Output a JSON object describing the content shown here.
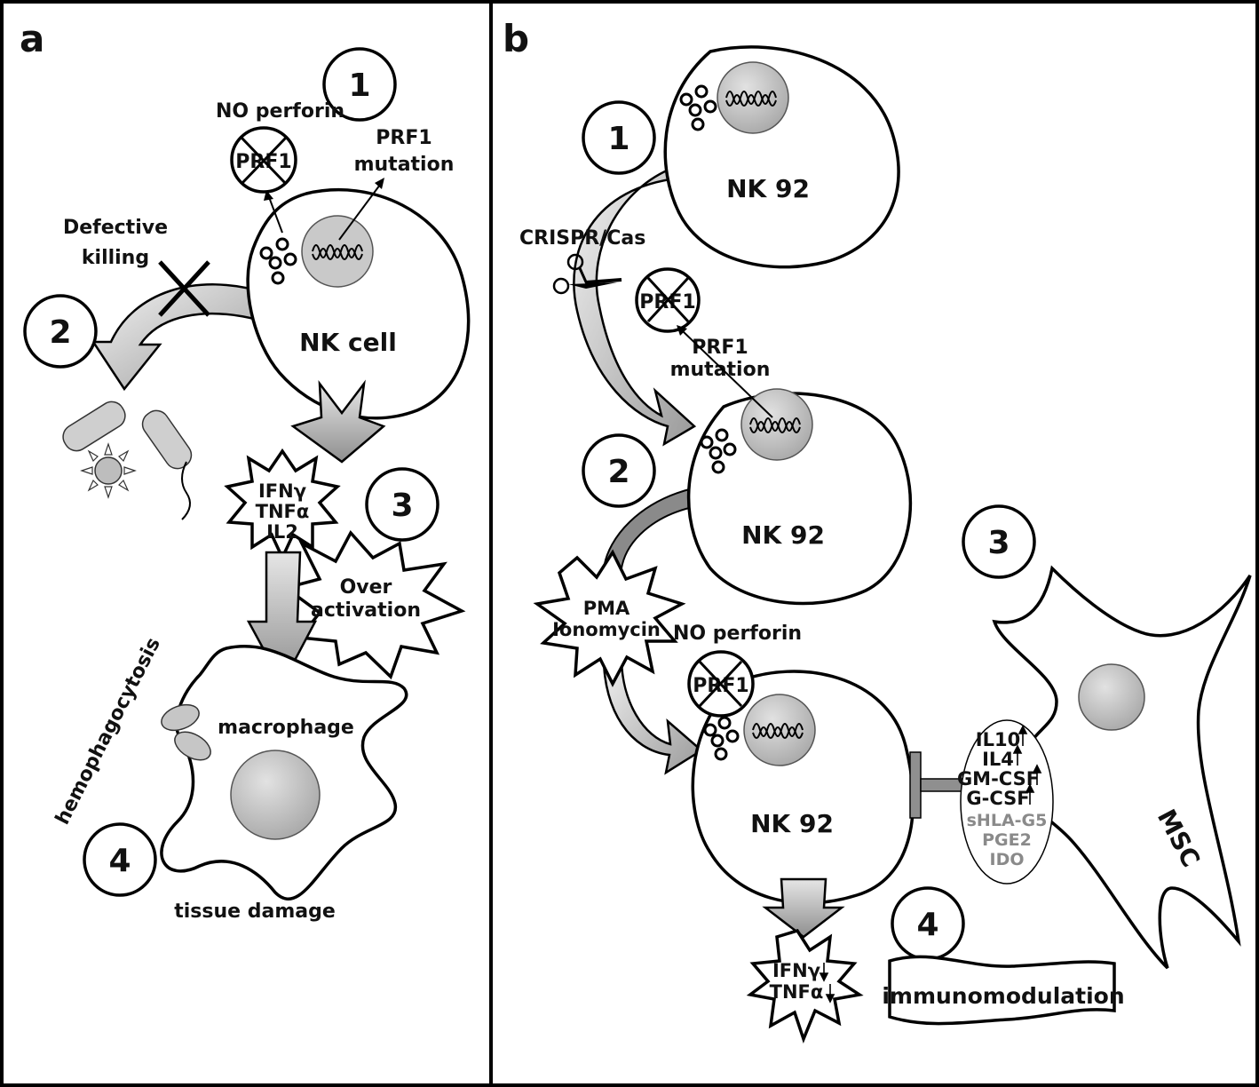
{
  "panel_a": {
    "letter": "a",
    "step1": "1",
    "step2": "2",
    "step3": "3",
    "step4": "4",
    "no_perforin": "NO perforin",
    "prf1": "PRF1",
    "prf1_mutation_line1": "PRF1",
    "prf1_mutation_line2": "mutation",
    "defective_line1": "Defective",
    "defective_line2": "killing",
    "nk_cell": "NK cell",
    "cytokines": [
      "IFNγ",
      "TNFα",
      "IL2"
    ],
    "over_line1": "Over",
    "over_line2": "activation",
    "hemophagocytosis": "hemophagocytosis",
    "macrophage": "macrophage",
    "tissue_damage": "tissue damage"
  },
  "panel_b": {
    "letter": "b",
    "step1": "1",
    "step2": "2",
    "step3": "3",
    "step4": "4",
    "nk92_top": "NK 92",
    "nk92_mid": "NK 92",
    "nk92_bottom": "NK 92",
    "crispr": "CRISPR/Cas",
    "prf1_top": "PRF1",
    "prf1_mutation_line1": "PRF1",
    "prf1_mutation_line2": "mutation",
    "pma_line1": "PMA",
    "pma_line2": "Ionomycin",
    "no_perforin": "NO perforin",
    "prf1_bottom": "PRF1",
    "msc_factors_up": [
      "IL10",
      "IL4",
      "GM-CSF",
      "G-CSF"
    ],
    "msc_factors_grey": [
      "sHLA-G5",
      "PGE2",
      "IDO"
    ],
    "msc": "MSC",
    "output_cytokines": [
      "IFNγ",
      "TNFα"
    ],
    "immunomodulation": "immunomodulation"
  },
  "colors": {
    "border": "#000000",
    "nucleus": "#c9c9c9",
    "arrow_fill": "#cfcfcf",
    "grey_text": "#8a8a8a"
  }
}
